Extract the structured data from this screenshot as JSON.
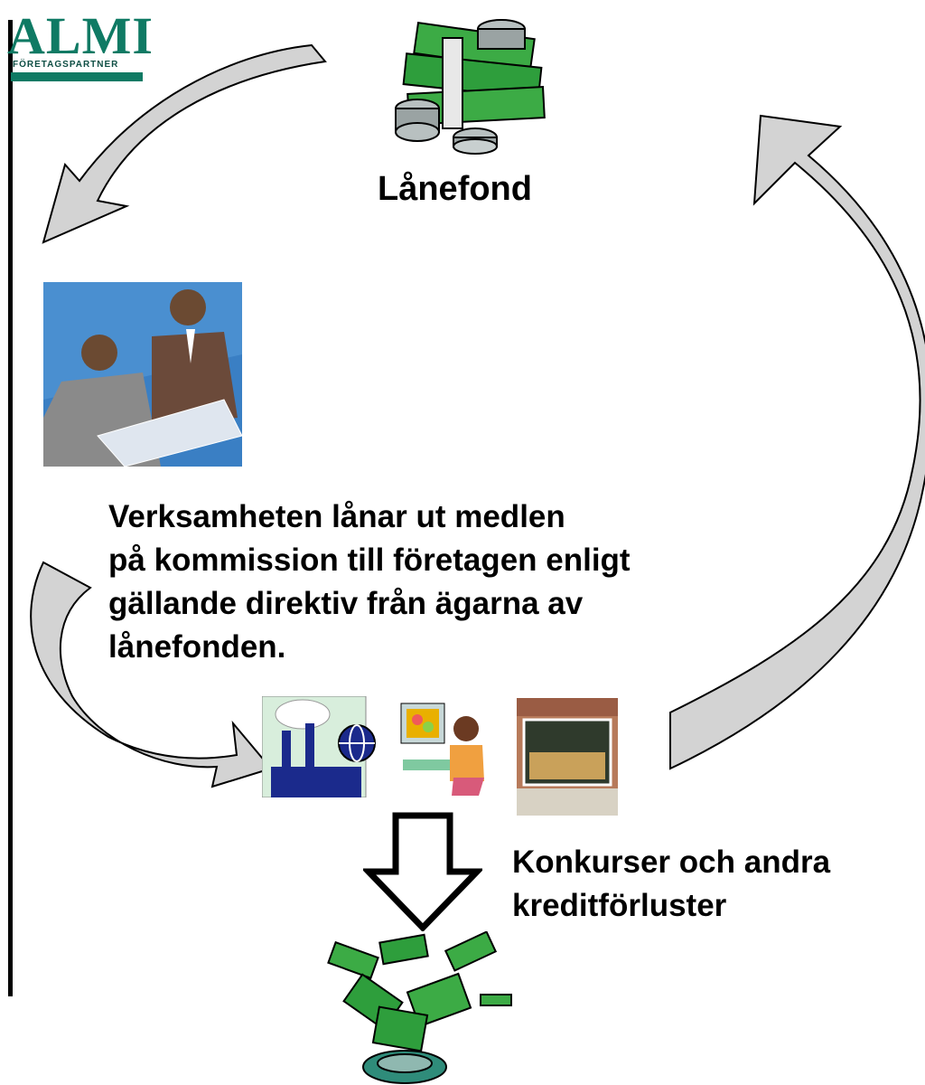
{
  "fund": {
    "label": "Lånefond"
  },
  "description": {
    "lines": [
      "Verksamheten lånar ut medlen",
      "på kommission till företagen enligt",
      "gällande direktiv från ägarna av",
      "lånefonden."
    ]
  },
  "losses": {
    "lines": [
      "Konkurser och andra",
      "kreditförluster"
    ]
  },
  "logo": {
    "word": "ALMI",
    "tagline": "FÖRETAGSPARTNER"
  },
  "colors": {
    "arrow_fill": "#d3d3d3",
    "money_green": "#2e9e3c",
    "logo_green": "#0f7a64",
    "photo_blue": "#4a8fd0"
  },
  "icons": [
    "money-stack-icon",
    "business-people-photo",
    "factory-icon",
    "computer-user-icon",
    "shop-window-photo",
    "flying-money-icon",
    "down-arrow-icon"
  ]
}
